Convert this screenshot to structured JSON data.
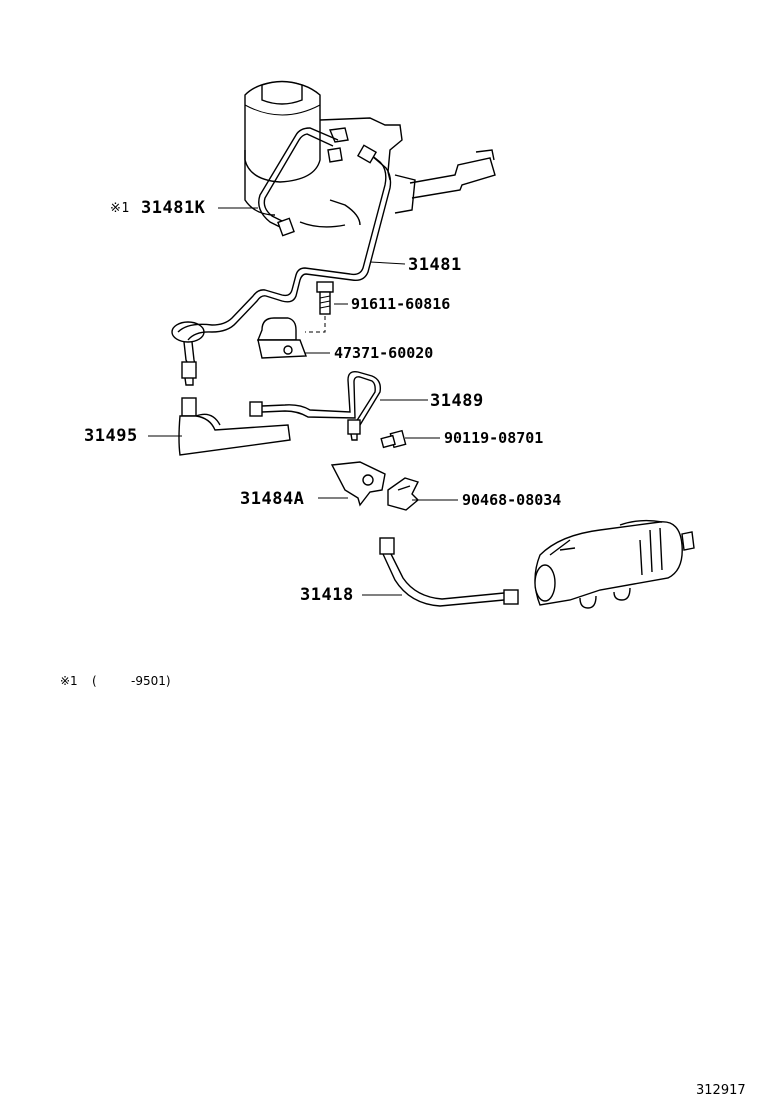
{
  "labels": {
    "p31481K_mark": "※1",
    "p31481K": "31481K",
    "p31481": "31481",
    "p91611": "91611-60816",
    "p47371": "47371-60020",
    "p31489": "31489",
    "p31495": "31495",
    "p90119": "90119-08701",
    "p31484A": "31484A",
    "p90468": "90468-08034",
    "p31418": "31418"
  },
  "footnote": {
    "mark": "※1",
    "open": "(",
    "range": "-9501)"
  },
  "doc_id": "312917"
}
